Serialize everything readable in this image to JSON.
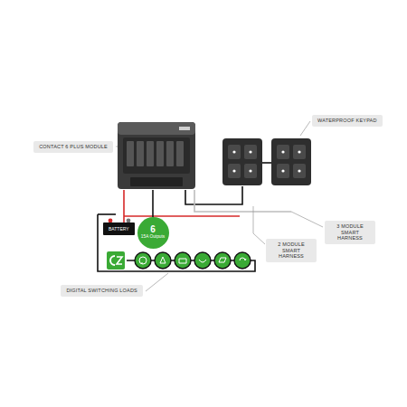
{
  "diagram": {
    "nodes": [
      {
        "text": [
          "WATERPROOF KEYPAD"
        ]
      },
      {
        "text": [
          "CONTACT 6 PLUS MODULE"
        ]
      },
      {
        "text": [
          "BATTERY"
        ]
      },
      {
        "text": [
          "6",
          "15A Outputs"
        ]
      },
      {
        "text": [
          "3 MODULE SMART HARNESS"
        ]
      },
      {
        "text": [
          "2 MODULE SMART HARNESS"
        ]
      },
      {
        "text": [
          "DIGITAL SWITCHING LOADS"
        ]
      }
    ]
  }
}
